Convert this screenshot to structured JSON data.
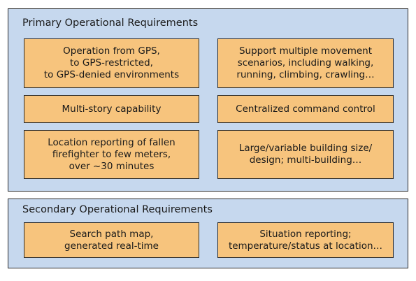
{
  "primary": {
    "title": "Primary Operational Requirements",
    "items": [
      "Operation from GPS,\nto GPS-restricted,\nto GPS-denied environments",
      "Support multiple movement\nscenarios, including walking,\nrunning, climbing, crawling…",
      "Multi-story capability",
      "Centralized command control",
      "Location reporting of fallen\nfirefighter to few meters,\nover ~30 minutes",
      "Large/variable building size/\ndesign; multi-building…"
    ]
  },
  "secondary": {
    "title": "Secondary Operational Requirements",
    "items": [
      "Search path map,\ngenerated real-time",
      "Situation reporting;\ntemperature/status at location…"
    ]
  },
  "colors": {
    "panel_fill": "#c6d8ee",
    "box_fill": "#f7c47d",
    "border": "#2a2a2a"
  }
}
